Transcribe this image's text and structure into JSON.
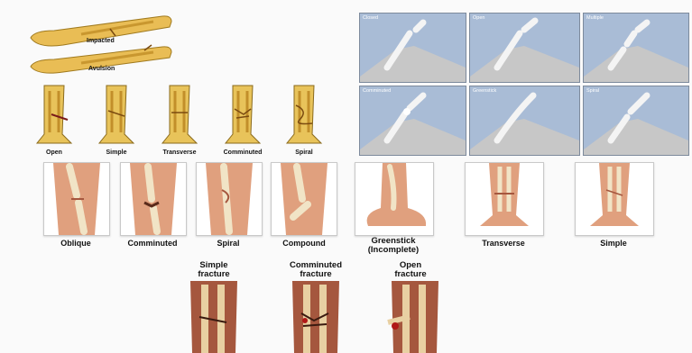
{
  "arm_types": [
    "Impacted",
    "Avulsion"
  ],
  "xray_panels": [
    "Closed",
    "Open",
    "Multiple",
    "Comminuted",
    "Greenstick",
    "Spiral"
  ],
  "leg_row": [
    "Open",
    "Simple",
    "Transverse",
    "Comminuted",
    "Spiral"
  ],
  "photo_row": [
    "Oblique",
    "Comminuted",
    "Spiral",
    "Compound"
  ],
  "greenstick": {
    "line1": "Greenstick",
    "line2": "(Incomplete)"
  },
  "right_row": [
    "Transverse",
    "Simple"
  ],
  "bottom_row": [
    {
      "line1": "Simple",
      "line2": "fracture"
    },
    {
      "line1": "Comminuted",
      "line2": "fracture"
    },
    {
      "line1": "Open",
      "line2": "fracture"
    }
  ],
  "colors": {
    "bone": "#e8c35a",
    "xray_bg": "#a9bcd6",
    "skin": "#d99a78",
    "muscle": "#a5573e"
  }
}
